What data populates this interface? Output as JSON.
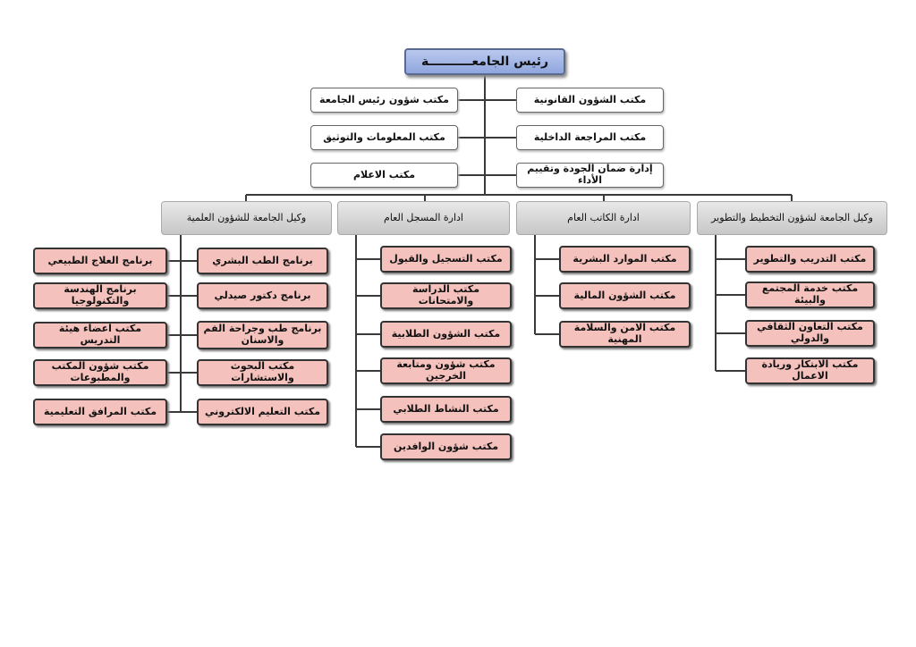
{
  "president": "رئيس الجامعــــــــــة",
  "offices_right": [
    "مكتب الشؤون القانونية",
    "مكتب المراجعة الداخلية",
    "إدارة ضمان الجودة وتقييم الأداء"
  ],
  "offices_left": [
    "مكتب شؤون رئيس الجامعة",
    "مكتب المعلومات والتوثيق",
    "مكتب الاعلام"
  ],
  "vp_planning": {
    "title": "وكيل الجامعة لشؤون التخطيط والتطوير",
    "units": [
      "مكتب التدريب والتطوير",
      "مكتب خدمة المجتمع والبيئة",
      "مكتب التعاون الثقافي والدولي",
      "مكتب الابتكار وريادة الاعمال"
    ]
  },
  "secretary_general": {
    "title": "ادارة الكاتب العام",
    "units": [
      "مكتب الموارد البشرية",
      "مكتب الشؤون المالية",
      "مكتب الامن والسلامة المهنية"
    ]
  },
  "registrar": {
    "title": "ادارة المسجل العام",
    "units": [
      "مكتب التسجيل والقبول",
      "مكتب الدراسة والامتحانات",
      "مكتب الشؤون الطلابية",
      "مكتب شؤون ومتابعة الخرجين",
      "مكتب النشاط الطلابي",
      "مكتب شؤون الوافدين"
    ]
  },
  "vp_academic": {
    "title": "وكيل الجامعة للشؤون العلمية",
    "units_inner": [
      "برنامج الطب البشري",
      "برنامج دكتور صيدلي",
      "برنامج طب وجراحة الفم والاسنان",
      "مكتب البحوث والاستشارات",
      "مكتب التعليم الالكتروني"
    ],
    "units_outer": [
      "برنامج العلاج الطبيعي",
      "برنامج الهندسة والتكنولوجيا",
      "مكتب اعضاء هيئة التدريس",
      "مكتب شؤون المكتب والمطبوعات",
      "مكتب المرافق التعليمية"
    ]
  }
}
